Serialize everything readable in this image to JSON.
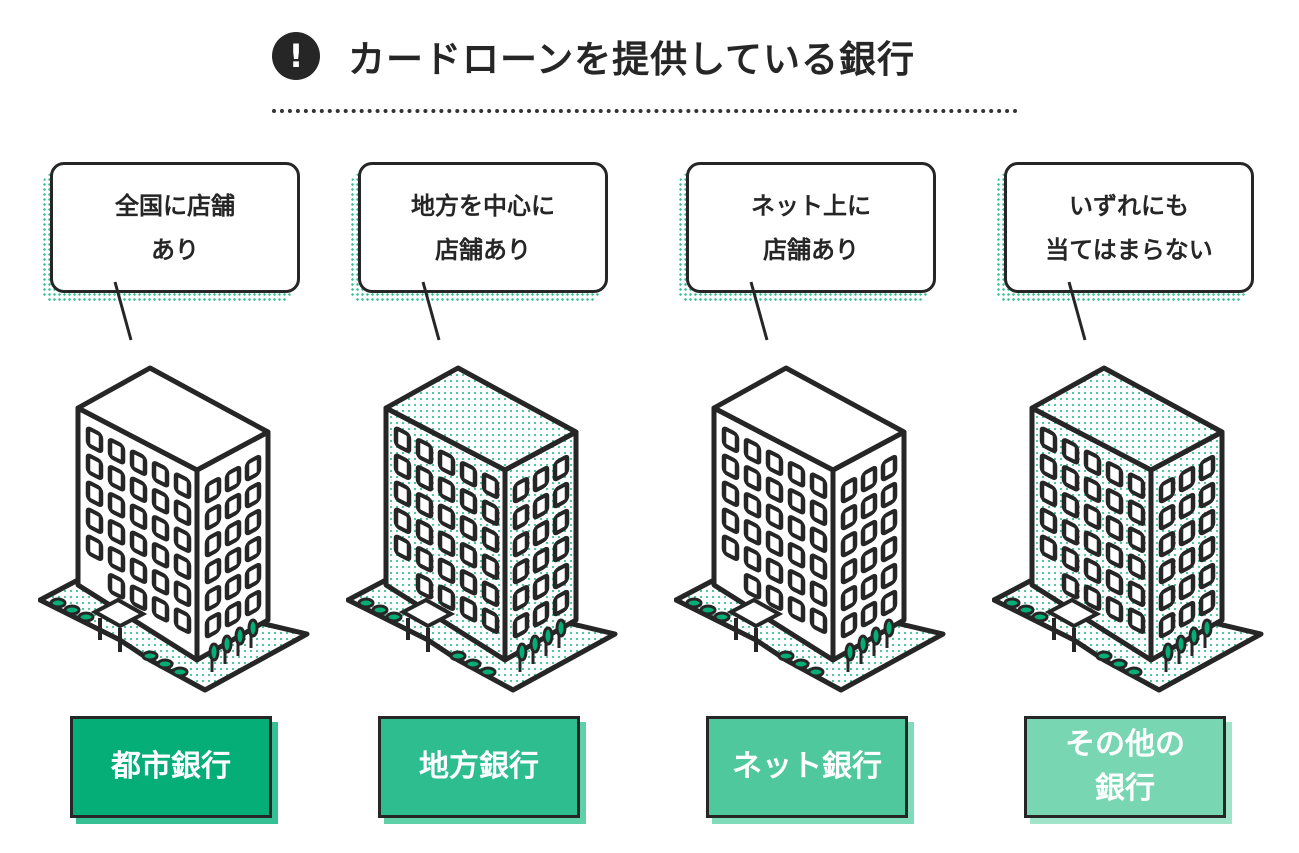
{
  "header": {
    "icon": "exclamation-icon",
    "icon_text": "!",
    "title": "カードローンを提供している銀行"
  },
  "banks": [
    {
      "bubble": "全国に店舗\nあり",
      "label": "都市銀行",
      "color": "#05ad77",
      "shadow": "#35c193",
      "dotted": false
    },
    {
      "bubble": "地方を中心に\n店舗あり",
      "label": "地方銀行",
      "color": "#2dbd8e",
      "shadow": "#5fd0a8",
      "dotted": true
    },
    {
      "bubble": "ネット上に\n店舗あり",
      "label": "ネット銀行",
      "color": "#4fc89e",
      "shadow": "#7fdbb9",
      "dotted": false
    },
    {
      "bubble": "いずれにも\n当てはまらない",
      "label": "その他の\n銀行",
      "color": "#79d6b3",
      "shadow": "#a0e4ca",
      "dotted": true
    }
  ]
}
